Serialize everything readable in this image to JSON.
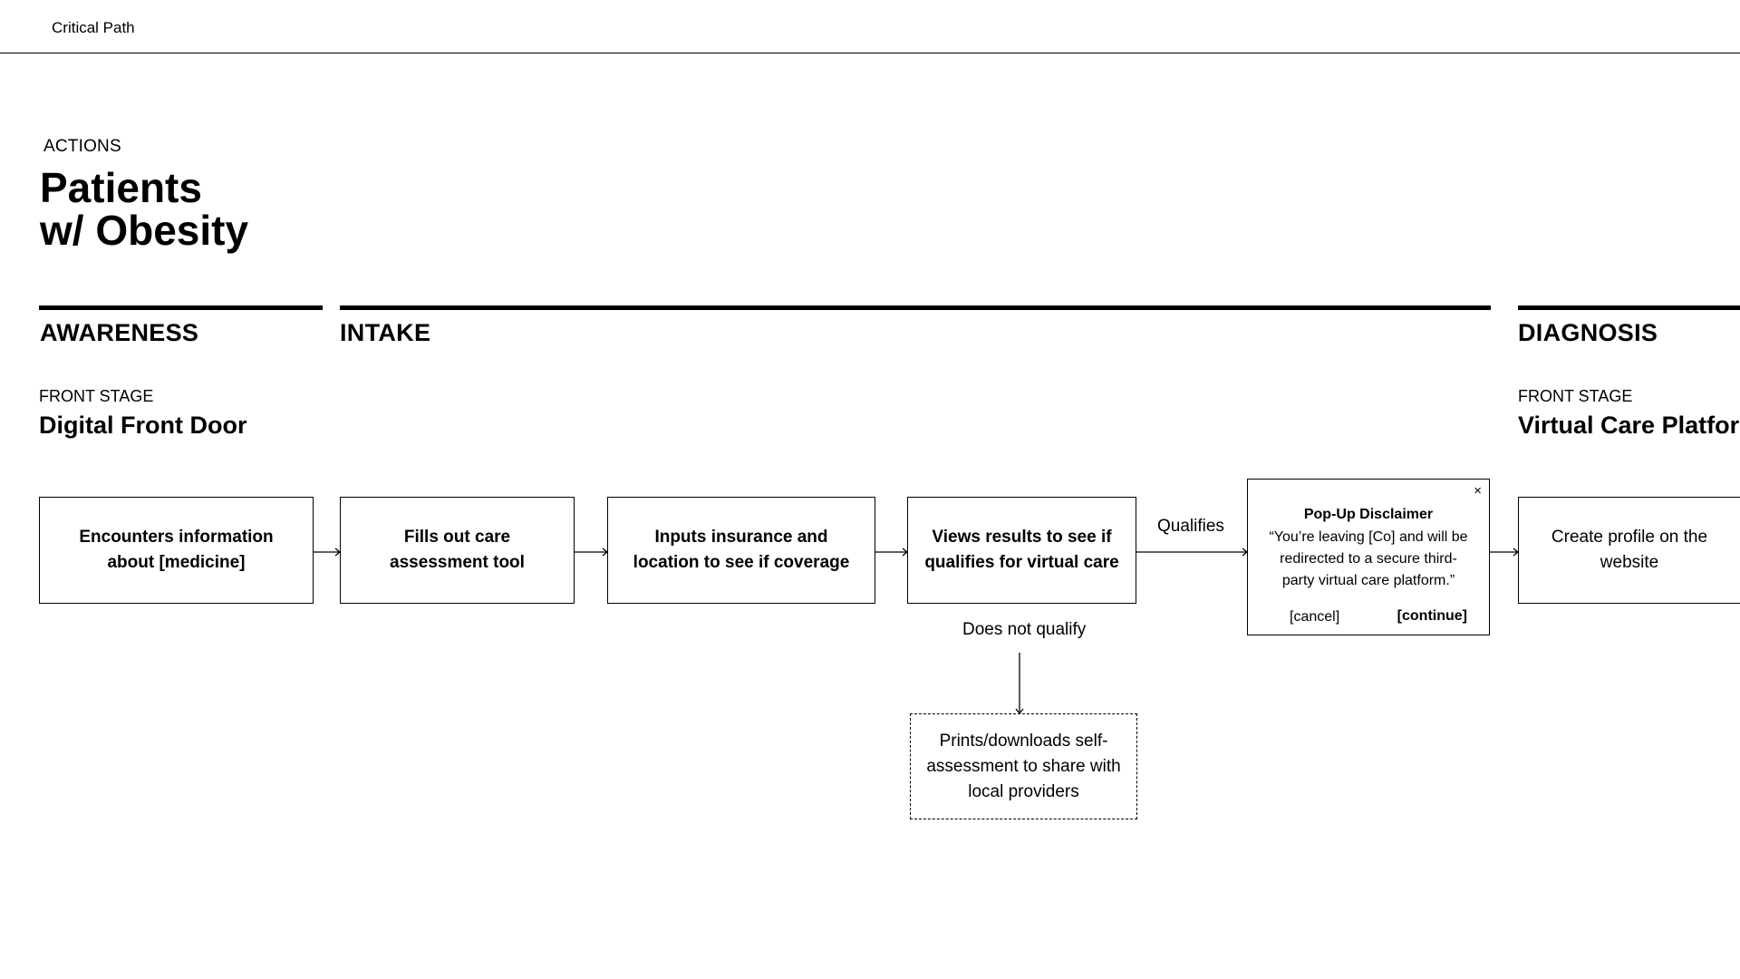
{
  "header": {
    "title": "Critical Path"
  },
  "intro": {
    "eyebrow": "ACTIONS",
    "title_line1": "Patients",
    "title_line2": "w/ Obesity"
  },
  "phases": {
    "awareness": "AWARENESS",
    "intake": "INTAKE",
    "diagnosis": "DIAGNOSIS"
  },
  "stages": {
    "awareness": {
      "sub": "FRONT STAGE",
      "title": "Digital Front Door"
    },
    "diagnosis": {
      "sub": "FRONT STAGE",
      "title": "Virtual Care Platform"
    }
  },
  "steps": {
    "encounters": {
      "line1": "Encounters information",
      "line2": "about [medicine]"
    },
    "fills_out": {
      "line1": "Fills out care",
      "line2": "assessment tool"
    },
    "inputs": {
      "line1": "Inputs insurance and",
      "line2": "location to see if coverage"
    },
    "views": {
      "line1": "Views results to see if",
      "line2": "qualifies for virtual care"
    },
    "create_profile": {
      "line1": "Create profile on the",
      "line2": "website"
    },
    "prints": {
      "line1": "Prints/downloads self-",
      "line2": "assessment to share with",
      "line3": "local providers"
    }
  },
  "branches": {
    "qualifies": "Qualifies",
    "does_not_qualify": "Does not qualify"
  },
  "popup": {
    "title": "Pop-Up Disclaimer",
    "line1": "“You’re leaving [Co] and will be",
    "line2": "redirected to a secure third-",
    "line3": "party virtual care platform.”",
    "cancel": "[cancel]",
    "continue": "[continue]",
    "close": "×"
  }
}
